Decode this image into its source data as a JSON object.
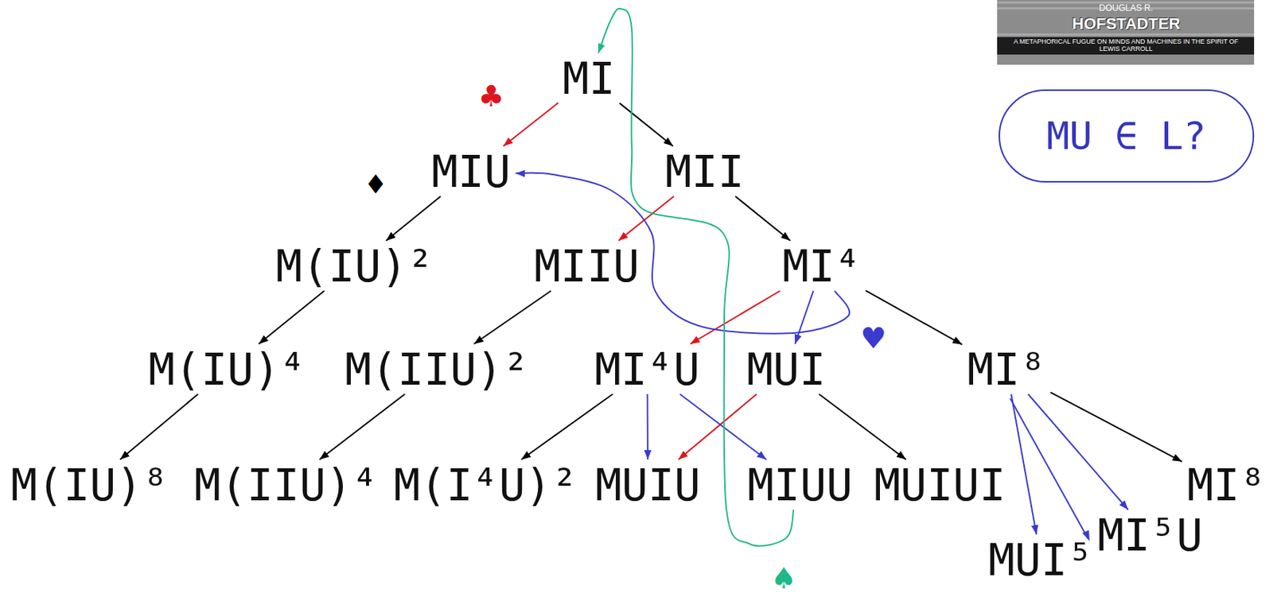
{
  "diagram": {
    "nodes": [
      {
        "text": [
          "MI"
        ]
      },
      {
        "text": [
          "MIU"
        ]
      },
      {
        "text": [
          "MII"
        ]
      },
      {
        "text": [
          "M(IU)²"
        ]
      },
      {
        "text": [
          "MIIU"
        ]
      },
      {
        "text": [
          "MI⁴"
        ]
      },
      {
        "text": [
          "M(IU)⁴"
        ]
      },
      {
        "text": [
          "M(IIU)²"
        ]
      },
      {
        "text": [
          "MI⁴U"
        ]
      },
      {
        "text": [
          "MUI"
        ]
      },
      {
        "text": [
          "MI⁸"
        ]
      },
      {
        "text": [
          "M(IU)⁸"
        ]
      },
      {
        "text": [
          "M(IIU)⁴"
        ]
      },
      {
        "text": [
          "M(I⁴U)²"
        ]
      },
      {
        "text": [
          "MUIU"
        ]
      },
      {
        "text": [
          "MIUU"
        ]
      },
      {
        "text": [
          "MUIUI"
        ]
      },
      {
        "text": [
          "MI⁸"
        ]
      },
      {
        "text": [
          "MI⁵U"
        ]
      },
      {
        "text": [
          "MUI⁵"
        ]
      },
      {
        "text": [
          "MU ∈ L?"
        ]
      }
    ],
    "edges": [
      {
        "from": 0,
        "to": 1,
        "arrow": "to"
      },
      {
        "from": 0,
        "to": 2,
        "arrow": "to"
      },
      {
        "from": 1,
        "to": 3,
        "arrow": "to"
      },
      {
        "from": 2,
        "to": 4,
        "arrow": "to"
      },
      {
        "from": 2,
        "to": 5,
        "arrow": "to"
      },
      {
        "from": 3,
        "to": 6,
        "arrow": "to"
      },
      {
        "from": 4,
        "to": 7,
        "arrow": "to"
      },
      {
        "from": 5,
        "to": 8,
        "arrow": "to"
      },
      {
        "from": 5,
        "to": 9,
        "arrow": "to"
      },
      {
        "from": 5,
        "to": 1,
        "arrow": "to"
      },
      {
        "from": 5,
        "to": 10,
        "arrow": "to"
      },
      {
        "from": 6,
        "to": 11,
        "arrow": "to"
      },
      {
        "from": 7,
        "to": 12,
        "arrow": "to"
      },
      {
        "from": 8,
        "to": 13,
        "arrow": "to"
      },
      {
        "from": 8,
        "to": 14,
        "arrow": "to"
      },
      {
        "from": 9,
        "to": 14,
        "arrow": "to"
      },
      {
        "from": 8,
        "to": 15,
        "arrow": "to"
      },
      {
        "from": 9,
        "to": 16,
        "arrow": "to"
      },
      {
        "from": 10,
        "to": 17,
        "arrow": "to"
      },
      {
        "from": 10,
        "to": 19,
        "arrow": "to"
      },
      {
        "from": 10,
        "to": 18,
        "arrow": "to"
      },
      {
        "from": 15,
        "to": 0,
        "arrow": "to"
      }
    ],
    "labels": [
      "♣",
      "♦",
      "♥",
      "♠",
      "DOUGLAS R.",
      "HOFSTADTER",
      "A METAPHORICAL FUGUE ON MINDS AND MACHINES IN THE SPIRIT OF LEWIS CARROLL"
    ]
  }
}
